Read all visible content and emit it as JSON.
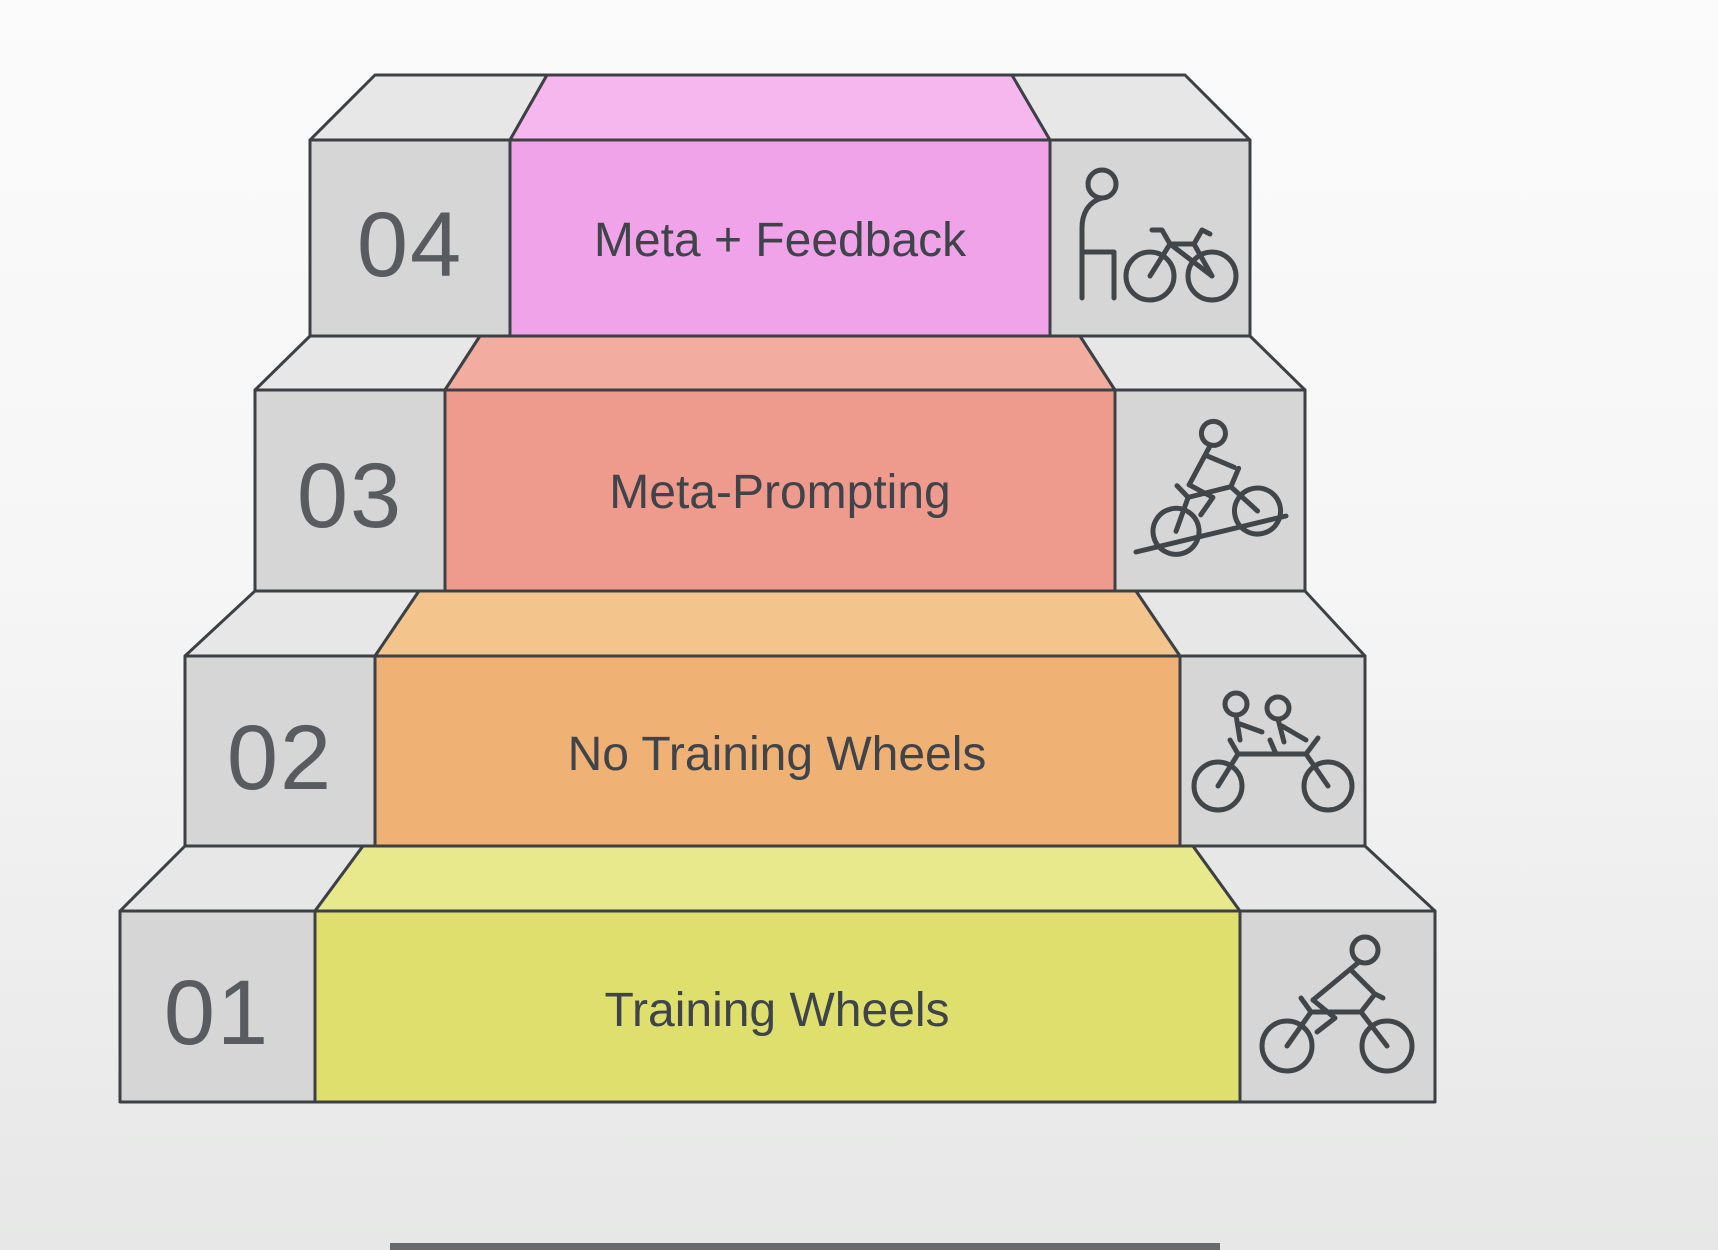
{
  "diagram": {
    "type": "staircase-levels",
    "levels_count": 4,
    "bottom_edge_artifact": true
  },
  "colors": {
    "stroke": "#3d4045",
    "gray_front": "#d6d6d6",
    "gray_top": "#e7e7e7",
    "number_text": "#585c61",
    "label_text": "#3f444a",
    "background_top": "#fbfbfb",
    "background_bottom": "#e6e7e6"
  },
  "steps": [
    {
      "number": "04",
      "label": "Meta + Feedback",
      "icon": "person-standing-with-bicycle-icon",
      "front": "#f1a3e9",
      "top": "#f5b7ee"
    },
    {
      "number": "03",
      "label": "Meta-Prompting",
      "icon": "cyclist-riding-uphill-icon",
      "front": "#ee9a8d",
      "top": "#f2aca0"
    },
    {
      "number": "02",
      "label": "No Training Wheels",
      "icon": "tandem-cyclists-icon",
      "front": "#f0b175",
      "top": "#f4c48d"
    },
    {
      "number": "01",
      "label": "Training Wheels",
      "icon": "cyclist-riding-icon",
      "front": "#dfdf6e",
      "top": "#e8e98c"
    }
  ]
}
